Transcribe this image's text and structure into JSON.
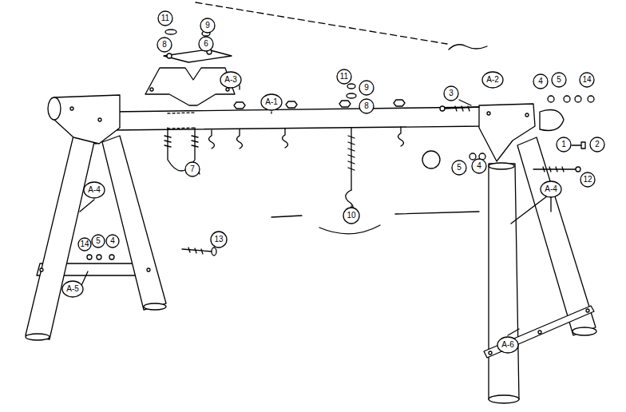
{
  "diagram": {
    "labels": [
      "11",
      "9",
      "8",
      "6",
      "A-3",
      "11",
      "9",
      "8",
      "A-1",
      "3",
      "A-2",
      "4",
      "5",
      "14",
      "A-4",
      "7",
      "1",
      "2",
      "5",
      "4",
      "12",
      "A-4",
      "10",
      "13",
      "14",
      "5",
      "4",
      "A-5",
      "A-6"
    ]
  }
}
